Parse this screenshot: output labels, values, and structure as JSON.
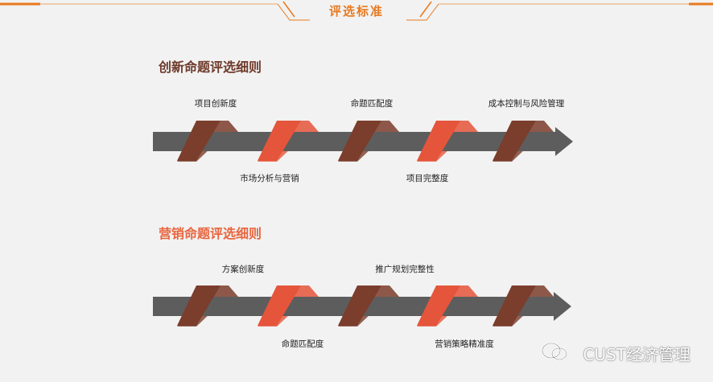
{
  "header": {
    "title": "评选标准"
  },
  "sections": [
    {
      "title": "创新命题评选细则",
      "labels_top": [
        "项目创新度",
        "命题匹配度",
        "成本控制与风险管理"
      ],
      "labels_bottom": [
        "市场分析与营销",
        "项目完整度"
      ]
    },
    {
      "title": "营销命题评选细则",
      "labels_top": [
        "方案创新度",
        "推广规划完整性"
      ],
      "labels_bottom": [
        "命题匹配度",
        "营销策略精准度"
      ]
    }
  ],
  "watermark": {
    "text": "CUST经济管理",
    "icon": "wechat-icon"
  },
  "colors": {
    "accent": "#e8791f",
    "arrow": "#5d5d5d",
    "ribbon_brown": "#7b3d2c",
    "ribbon_red": "#e5553b"
  }
}
